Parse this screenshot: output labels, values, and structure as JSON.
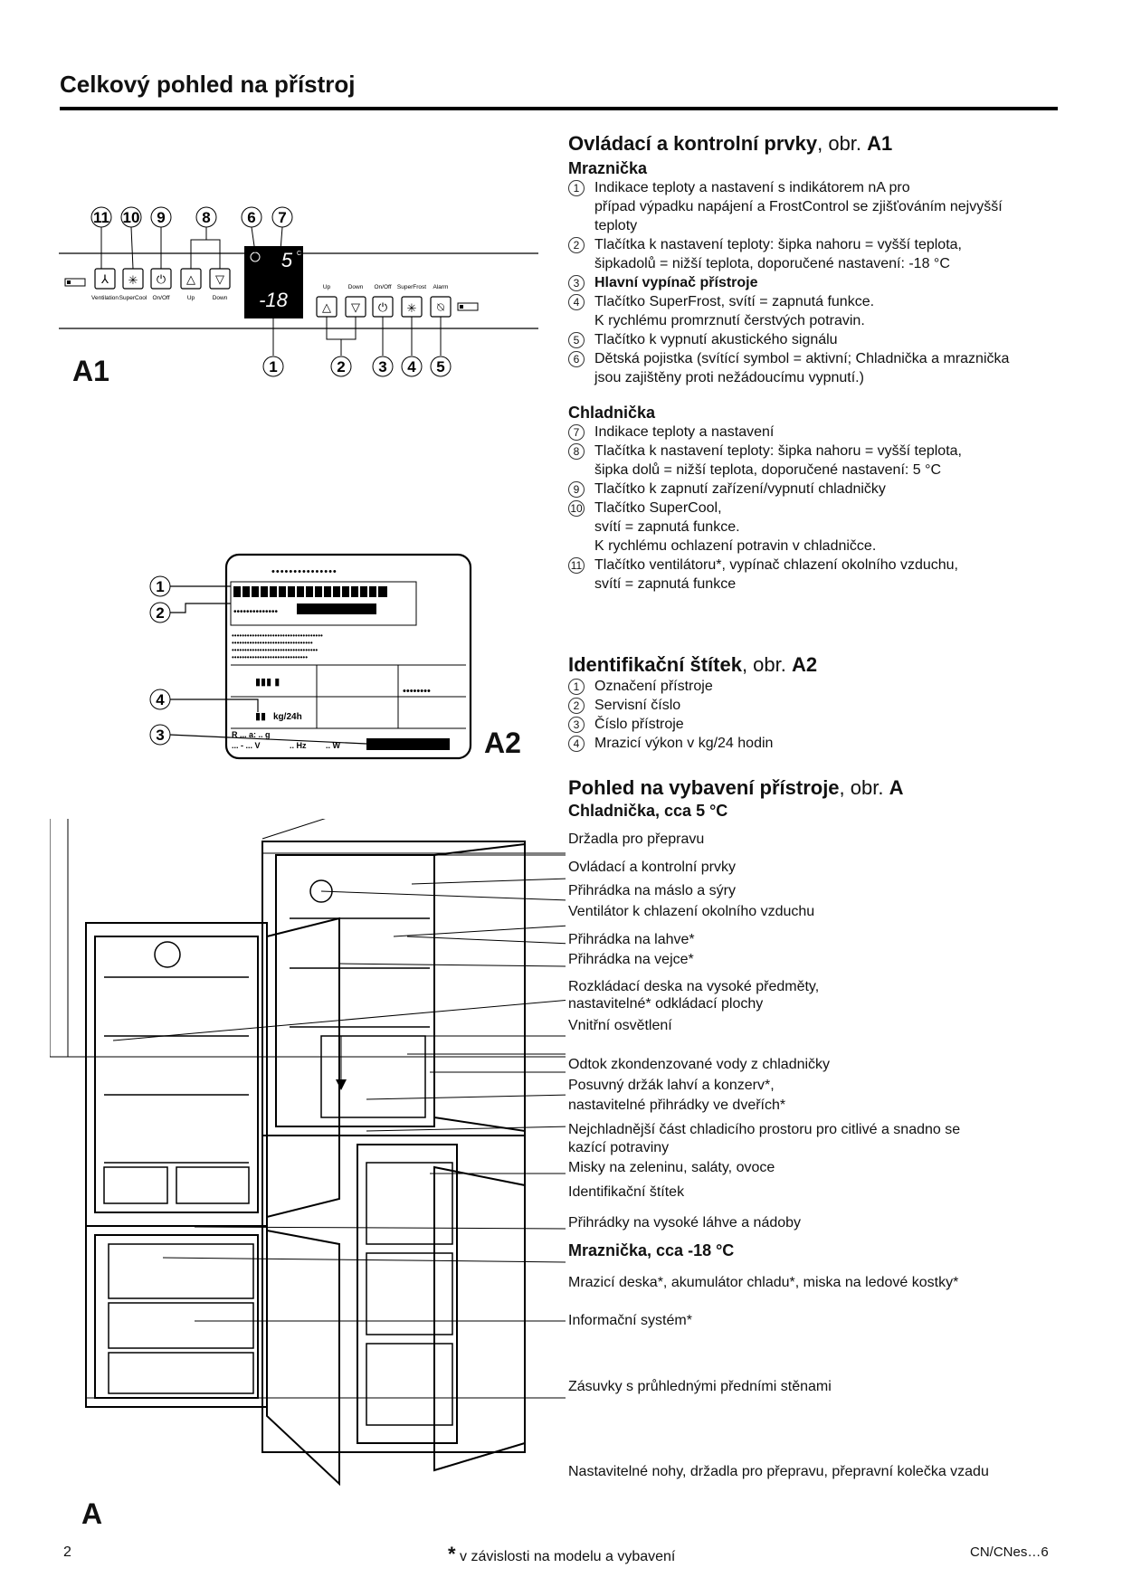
{
  "page_title": "Celkový pohled na přístroj",
  "controls": {
    "title_bold": "Ovládací a kontrolní prvky",
    "title_rest": ", obr. ",
    "title_fig": "A1",
    "freezer_heading": "Mraznička",
    "freezer_items": [
      {
        "n": "1",
        "lines": [
          "Indikace teploty a nastavení s indikátorem nA pro",
          "případ výpadku napájení a FrostControl se zjišťováním nejvyšší",
          "teploty"
        ]
      },
      {
        "n": "2",
        "lines": [
          "Tlačítka k nastavení teploty:   šipka nahoru = vyšší teplota,",
          "šipkadolů = nižší teplota, doporučené nastavení: -18 °C"
        ]
      },
      {
        "n": "3",
        "lines": [
          "Hlavní vypínač přístroje"
        ],
        "bold": true
      },
      {
        "n": "4",
        "lines": [
          "Tlačítko SuperFrost, svítí = zapnutá funkce.",
          "K rychlému promrznutí čerstvých potravin."
        ]
      },
      {
        "n": "5",
        "lines": [
          "Tlačítko k vypnutí akustického signálu"
        ]
      },
      {
        "n": "6",
        "lines": [
          "Dětská pojistka (svítící symbol = aktivní; Chladnička a mraznička",
          "jsou zajištěny proti nežádoucímu vypnutí.)"
        ]
      }
    ],
    "fridge_heading": "Chladnička",
    "fridge_items": [
      {
        "n": "7",
        "lines": [
          "Indikace teploty a nastavení"
        ]
      },
      {
        "n": "8",
        "lines": [
          "Tlačítka k nastavení teploty:   šipka nahoru = vyšší teplota,",
          "šipka dolů = nižší teplota, doporučené nastavení: 5 °C"
        ]
      },
      {
        "n": "9",
        "lines": [
          "Tlačítko k zapnutí zařízení/vypnutí chladničky"
        ]
      },
      {
        "n": "10",
        "lines": [
          "Tlačítko SuperCool,",
          "svítí = zapnutá funkce.",
          "K rychlému ochlazení potravin v chladničce."
        ]
      },
      {
        "n": "11",
        "lines": [
          "Tlačítko ventilátoru*, vypínač chlazení okolního vzduchu,",
          "svítí = zapnutá funkce"
        ]
      }
    ]
  },
  "panel": {
    "fig_label": "A1",
    "fridge_temp": "5",
    "freezer_temp": "-18",
    "button_labels_left": [
      "Ventilation",
      "SuperCool",
      "On/Off",
      "Up",
      "Down"
    ],
    "button_labels_right": [
      "Up",
      "Down",
      "On/Off",
      "SuperFrost",
      "Alarm"
    ],
    "top_callouts": [
      "11",
      "10",
      "9",
      "8",
      "6",
      "7"
    ],
    "bottom_callouts": [
      "1",
      "2",
      "3",
      "4",
      "5"
    ]
  },
  "plate": {
    "fig_label": "A2",
    "kg_label": "kg/24h",
    "r_line": "R ... a: .. g",
    "v_line": "... - ... V",
    "hz": ".. Hz",
    "w": ".. W",
    "callouts": [
      "1",
      "2",
      "4",
      "3"
    ]
  },
  "identification": {
    "title_bold": "Identifikační štítek",
    "title_rest": ", obr. ",
    "title_fig": "A2",
    "items": [
      {
        "n": "1",
        "text": "Označení přístroje"
      },
      {
        "n": "2",
        "text": "Servisní číslo"
      },
      {
        "n": "3",
        "text": "Číslo přístroje"
      },
      {
        "n": "4",
        "text": "Mrazicí výkon v kg/24 hodin"
      }
    ]
  },
  "equipment": {
    "title_bold": "Pohled na vybavení přístroje",
    "title_rest": ", obr. ",
    "title_fig": "A",
    "fridge_heading": "Chladnička, cca 5 °C",
    "fridge_callouts": [
      "Držadla pro přepravu",
      "Ovládací a kontrolní prvky",
      "Přihrádka na máslo a sýry",
      "Ventilátor k chlazení okolního vzduchu",
      "Přihrádka na lahve*",
      "Přihrádka na vejce*",
      "Rozkládací deska na vysoké předměty,",
      "nastavitelné* odkládací plochy",
      "Vnitřní osvětlení",
      "Odtok zkondenzované vody z chladničky",
      "Posuvný držák lahví a konzerv*,",
      "nastavitelné přihrádky ve dveřích*",
      "Nejchladnější část chladicího prostoru pro citlivé a snadno se",
      "kazící potraviny",
      "Misky na zeleninu, saláty, ovoce",
      "Identifikační štítek",
      "Přihrádky na vysoké láhve a nádoby"
    ],
    "freezer_heading": "Mraznička, cca -18 °C",
    "freezer_callouts": [
      "Mrazicí deska*, akumulátor chladu*, miska na ledové kostky*",
      "Informační systém*",
      "Zásuvky s průhlednými předními stěnami",
      "Nastavitelné nohy, držadla pro přepravu, přepravní kolečka vzadu"
    ],
    "fig_label": "A"
  },
  "footer": {
    "page_number": "2",
    "note_star": "*",
    "note_text": "v závislosti na modelu a vybavení",
    "code": "CN/CNes…6"
  }
}
